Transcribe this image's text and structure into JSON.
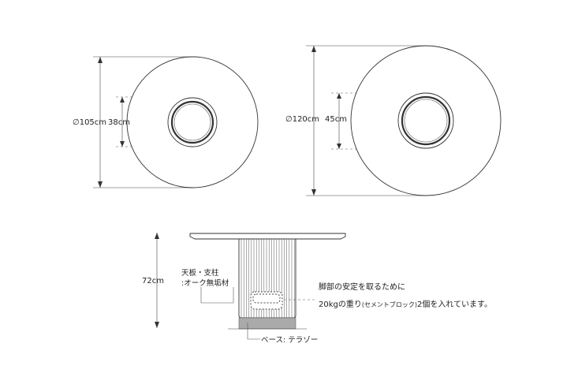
{
  "top_views": {
    "small": {
      "diameter_label": "∅105cm",
      "inner_label": "38cm"
    },
    "large": {
      "diameter_label": "∅120cm",
      "inner_label": "45cm"
    }
  },
  "side_view": {
    "height_label": "72cm",
    "material_line1": "天板・支柱",
    "material_line2": ":オーク無垢材",
    "note_line1": "脚部の安定を取るために",
    "note_line2_a": "20kgの重り",
    "note_line2_b": "(セメントブロック)",
    "note_line2_c": "2個を入れています。",
    "base_label": "ベース: テラゾー"
  }
}
